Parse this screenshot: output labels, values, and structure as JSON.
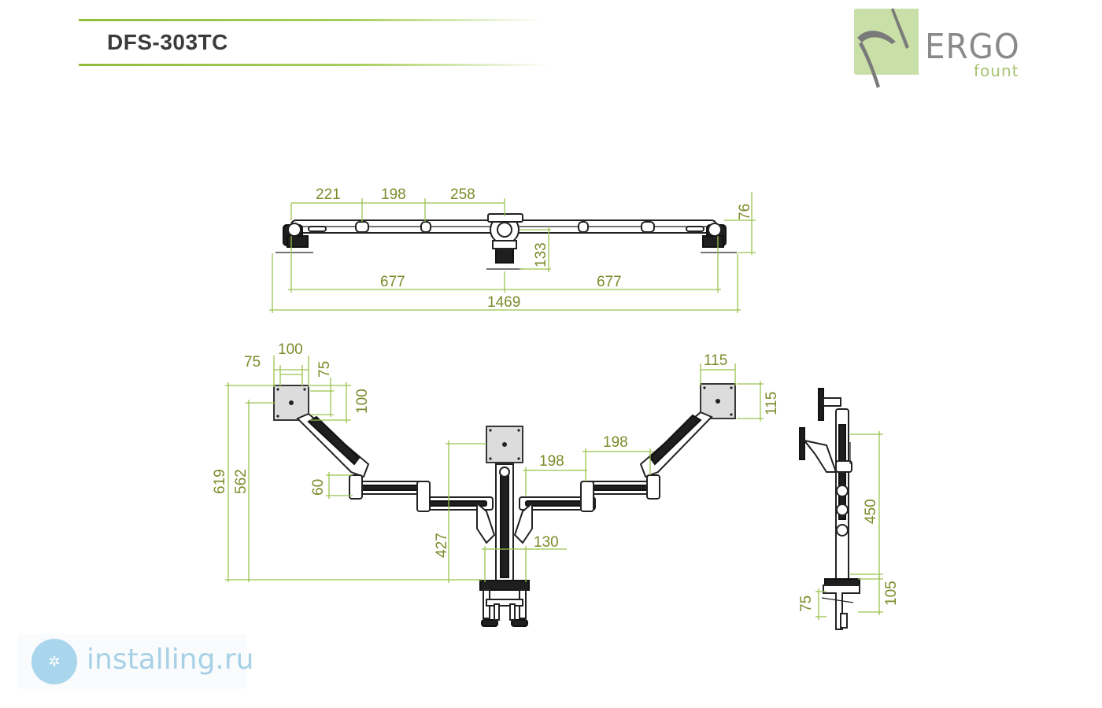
{
  "header": {
    "model": "DFS-303TC"
  },
  "logo": {
    "brand": "ERGO",
    "sub": "fount",
    "accent": "#9bc24e"
  },
  "watermark": {
    "text": "installing.ru"
  },
  "colors": {
    "dimension": "#9bc24e",
    "dimension_text": "#7e8a2a",
    "line_art": "#222222"
  },
  "top_view": {
    "seg1": "221",
    "seg2": "198",
    "seg3": "258",
    "height": "76",
    "depth": "133",
    "half_left": "677",
    "half_right": "677",
    "total": "1469"
  },
  "front_view": {
    "vesa_outer_w": "100",
    "vesa_inner_w": "75",
    "vesa_inner_h": "75",
    "vesa_outer_h": "100",
    "right_plate_w": "115",
    "right_plate_h": "115",
    "max_height": "619",
    "height_562": "562",
    "arm_offset": "60",
    "right_arm": "198",
    "mid_arm": "198",
    "pole_height": "427",
    "base": "130"
  },
  "side_view": {
    "range": "450",
    "clamp": "105",
    "clamp_depth": "75"
  }
}
